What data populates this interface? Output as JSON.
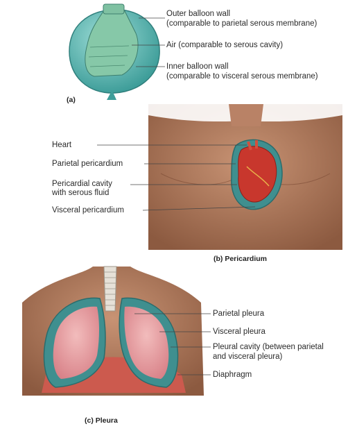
{
  "panel_a": {
    "caption": "(a)",
    "labels": {
      "outer_wall": "Outer balloon wall",
      "outer_wall_note": "(comparable to parietal serous membrane)",
      "air": "Air (comparable to serous cavity)",
      "inner_wall": "Inner balloon wall",
      "inner_wall_note": "(comparable to visceral serous membrane)"
    }
  },
  "panel_b": {
    "caption": "(b) Pericardium",
    "labels": {
      "heart": "Heart",
      "parietal": "Parietal pericardium",
      "cavity_line1": "Pericardial cavity",
      "cavity_line2": "with serous fluid",
      "visceral": "Visceral pericardium"
    }
  },
  "panel_c": {
    "caption": "(c) Pleura",
    "labels": {
      "parietal": "Parietal pleura",
      "visceral": "Visceral pleura",
      "cavity_line1": "Pleural cavity (between parietal",
      "cavity_line2": "and visceral pleura)",
      "diaphragm": "Diaphragm"
    }
  },
  "colors": {
    "balloon": "#5fb8b4",
    "skin": "#b0785a",
    "membrane": "#3f8f8f",
    "heart": "#c8372d",
    "lung": "#e39aa0"
  }
}
